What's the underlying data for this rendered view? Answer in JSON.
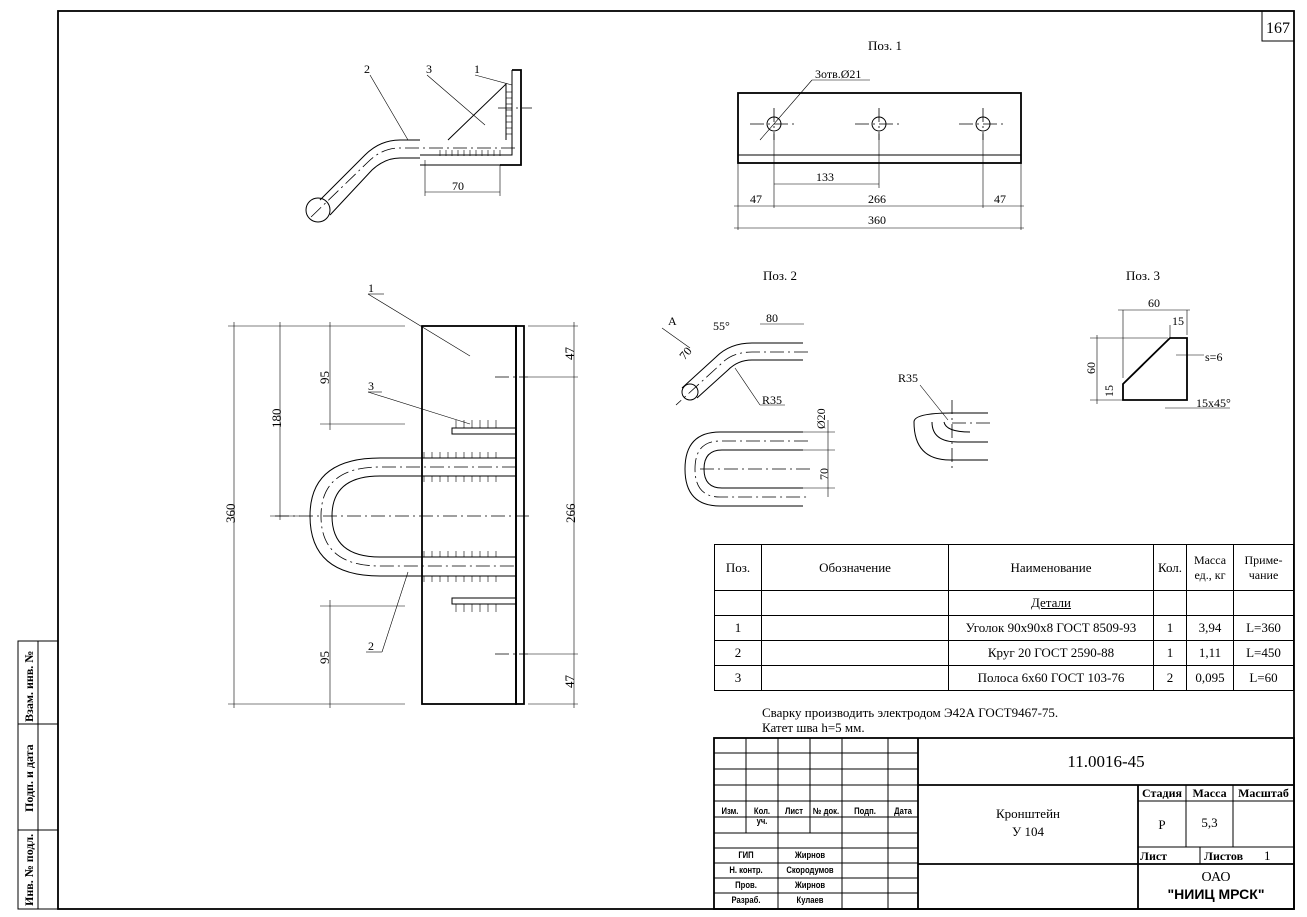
{
  "sheet_number": "167",
  "views": {
    "pos1_title": "Поз. 1",
    "pos2_title": "Поз. 2",
    "pos3_title": "Поз. 3",
    "pos1_holes": "3отв.Ø21",
    "dims": {
      "d70": "70",
      "d133": "133",
      "d266": "266",
      "d47": "47",
      "d360": "360",
      "d55": "55°",
      "d80": "80",
      "dR35": "R35",
      "dA": "A",
      "dD20": "Ø20",
      "d60": "60",
      "d15": "15",
      "ds6": "s=6",
      "d15x45": "15x45°",
      "d95": "95",
      "d180": "180"
    },
    "callouts": {
      "c1": "1",
      "c2": "2",
      "c3": "3"
    }
  },
  "spec_table": {
    "headers": {
      "pos": "Поз.",
      "designation": "Обозначение",
      "name": "Наименование",
      "qty": "Кол.",
      "mass": "Масса ед., кг",
      "note": "Приме- чание"
    },
    "section": "Детали",
    "rows": [
      {
        "pos": "1",
        "designation": "",
        "name": "Уголок 90x90x8 ГОСТ 8509-93",
        "qty": "1",
        "mass": "3,94",
        "note": "L=360"
      },
      {
        "pos": "2",
        "designation": "",
        "name": "Круг 20 ГОСТ 2590-88",
        "qty": "1",
        "mass": "1,11",
        "note": "L=450"
      },
      {
        "pos": "3",
        "designation": "",
        "name": "Полоса 6x60 ГОСТ 103-76",
        "qty": "2",
        "mass": "0,095",
        "note": "L=60"
      }
    ]
  },
  "notes": {
    "line1": "Сварку производить электродом Э42А ГОСТ9467-75.",
    "line2": "Катет шва h=5 мм."
  },
  "title_block": {
    "doc_number": "11.0016-45",
    "title_line1": "Кронштейн",
    "title_line2": "У 104",
    "stage_label": "Стадия",
    "mass_label": "Масса",
    "scale_label": "Масштаб",
    "stage_value": "Р",
    "mass_value": "5,3",
    "sheet_label": "Лист",
    "sheets_label": "Листов",
    "sheets_value": "1",
    "org_line1": "ОАО",
    "org_line2": "\"НИИЦ МРСК\"",
    "col_headers": [
      "Изм.",
      "Кол. уч.",
      "Лист",
      "№ док.",
      "Подп.",
      "Дата"
    ],
    "roles": [
      {
        "role": "ГИП",
        "name": "Жирнов"
      },
      {
        "role": "Н. контр.",
        "name": "Скородумов"
      },
      {
        "role": "Пров.",
        "name": "Жирнов"
      },
      {
        "role": "Разраб.",
        "name": "Кулаев"
      }
    ]
  },
  "side_stamp": {
    "inv_replace": "Взам. инв. №",
    "sign_date": "Подп. и дата",
    "inv_orig": "Инв. № подл."
  }
}
